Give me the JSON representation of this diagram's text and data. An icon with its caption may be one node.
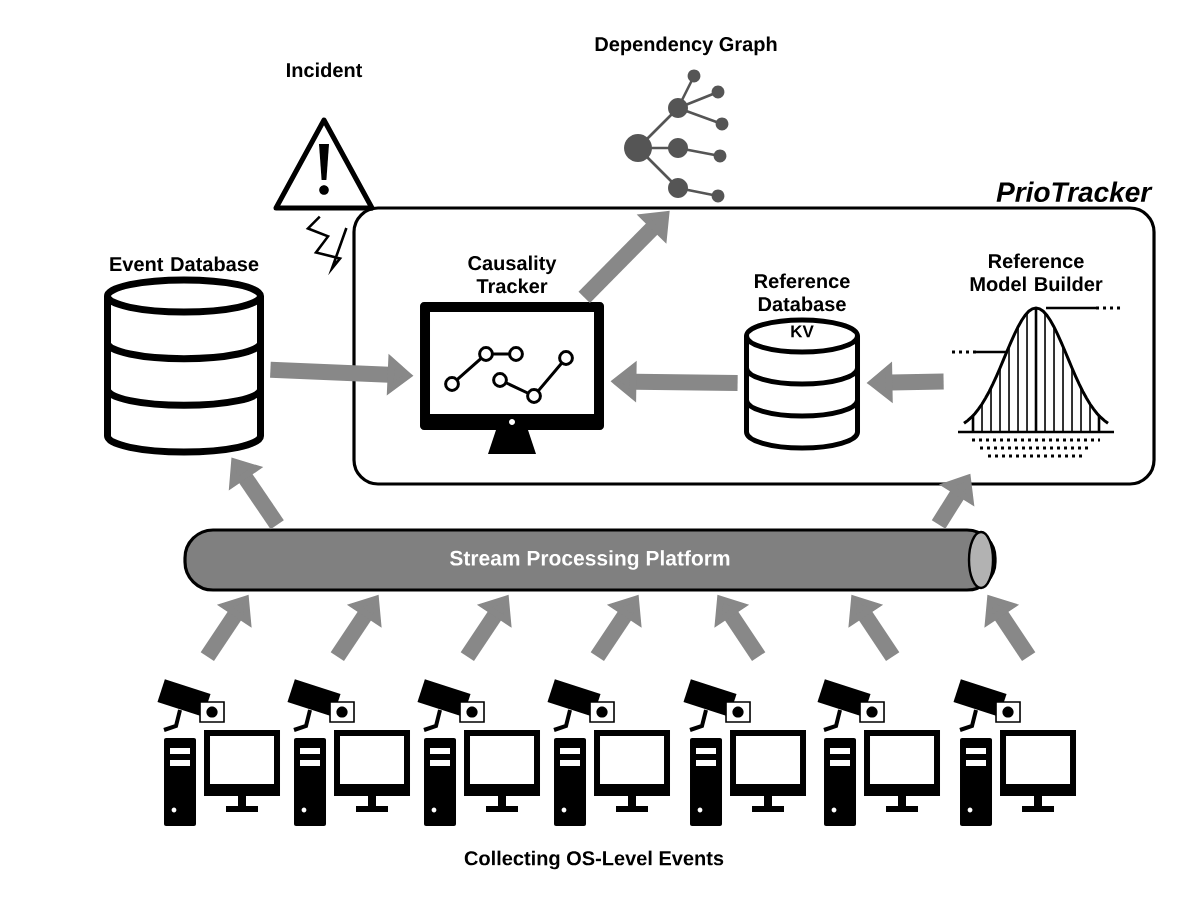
{
  "diagram": {
    "nodes": [
      {
        "text": [
          "PrioTracker"
        ]
      },
      {
        "text": [
          "Event Database"
        ]
      },
      {
        "text": [
          "Causality Tracker"
        ],
        "in": 0
      },
      {
        "text": [
          "Reference Database",
          "KV"
        ],
        "in": 0
      },
      {
        "text": [
          "Reference Model Builder"
        ],
        "in": 0
      },
      {
        "text": [
          "Incident"
        ]
      },
      {
        "text": [
          "Dependency Graph"
        ]
      },
      {
        "text": [
          "Stream Processing Platform"
        ]
      },
      {
        "text": [],
        "shape": "computer"
      },
      {
        "text": [],
        "shape": "computer"
      },
      {
        "text": [],
        "shape": "computer"
      },
      {
        "text": [],
        "shape": "computer"
      },
      {
        "text": [],
        "shape": "computer"
      },
      {
        "text": [],
        "shape": "computer"
      },
      {
        "text": [],
        "shape": "computer"
      }
    ],
    "edges": [
      {
        "from": 1,
        "to": 2,
        "arrow": "to"
      },
      {
        "from": 3,
        "to": 2,
        "arrow": "to"
      },
      {
        "from": 4,
        "to": 3,
        "arrow": "to"
      },
      {
        "from": 2,
        "to": 6,
        "arrow": "to"
      },
      {
        "from": 5,
        "to": 0,
        "arrow": "none",
        "color": "#000000"
      },
      {
        "from": 7,
        "to": 1,
        "arrow": "to"
      },
      {
        "from": 7,
        "to": 4,
        "arrow": "to"
      },
      {
        "from": 8,
        "to": 7,
        "arrow": "to"
      },
      {
        "from": 9,
        "to": 7,
        "arrow": "to"
      },
      {
        "from": 10,
        "to": 7,
        "arrow": "to"
      },
      {
        "from": 11,
        "to": 7,
        "arrow": "to"
      },
      {
        "from": 12,
        "to": 7,
        "arrow": "to"
      },
      {
        "from": 13,
        "to": 7,
        "arrow": "to"
      },
      {
        "from": 14,
        "to": 7,
        "arrow": "to"
      }
    ],
    "labels": [
      "Collecting OS-Level Events"
    ]
  }
}
